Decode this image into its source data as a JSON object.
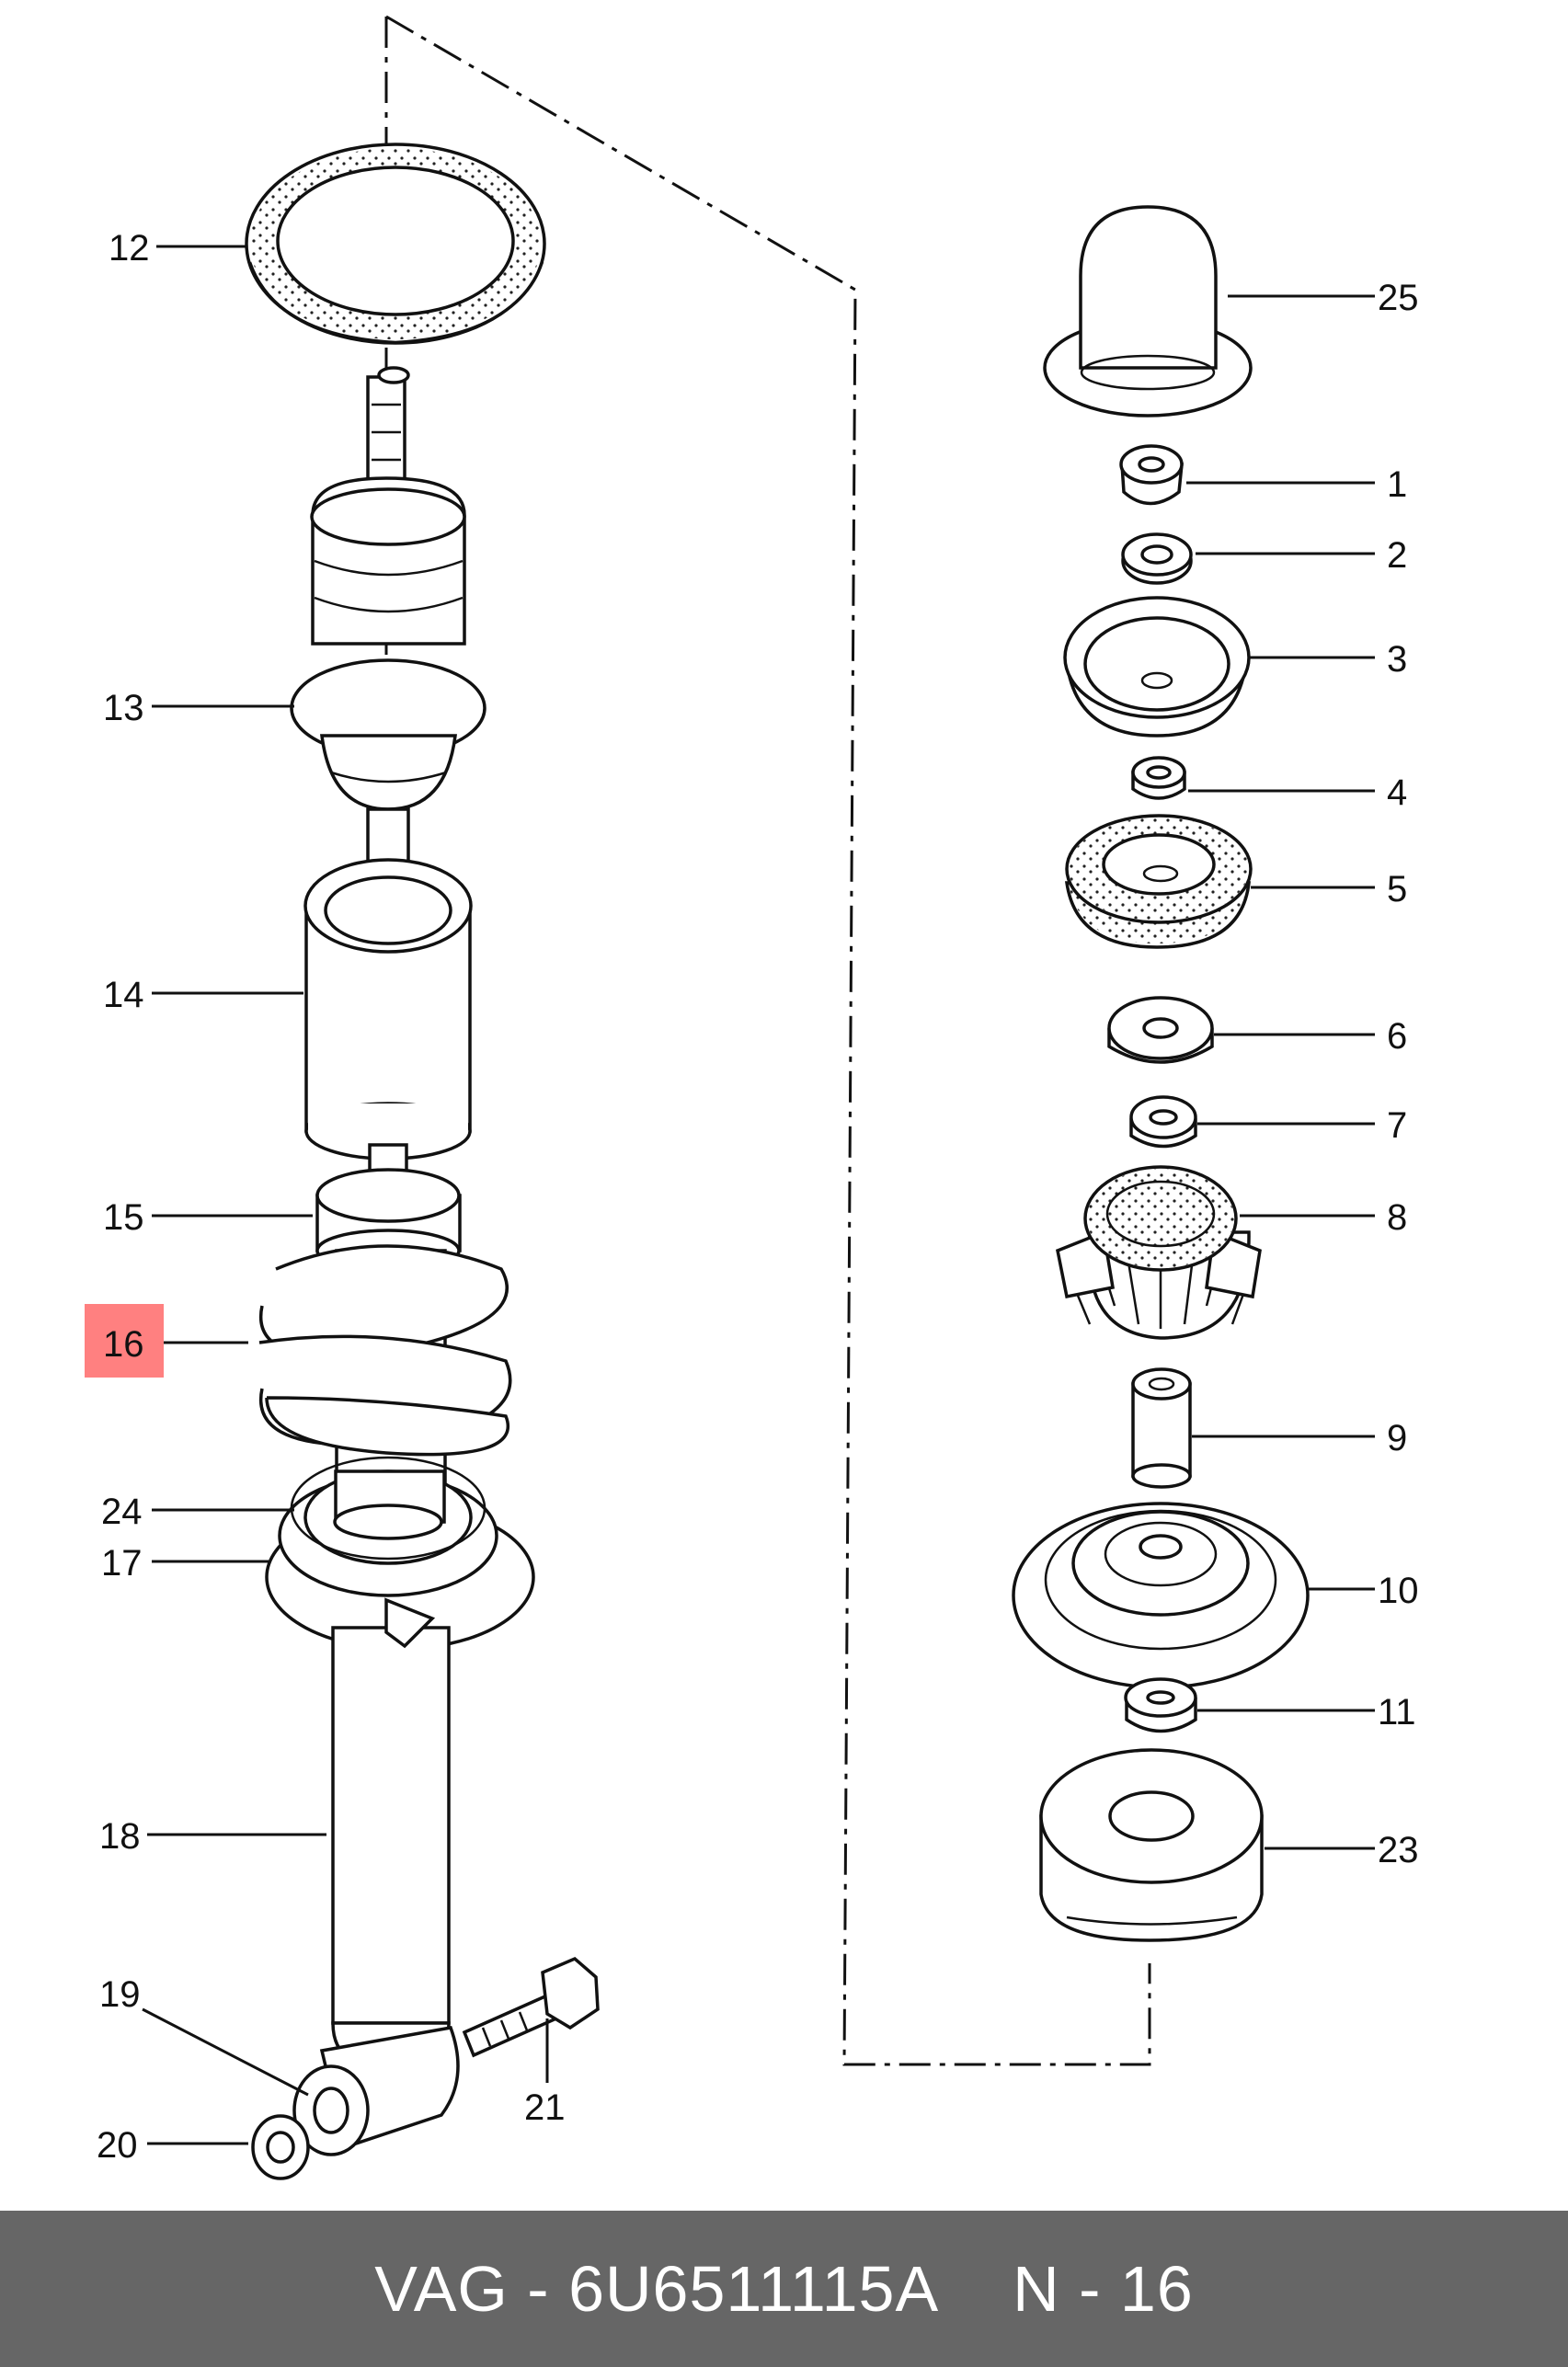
{
  "footer": {
    "brand": "VAG",
    "part_number": "6U6511115A",
    "position": "N - 16"
  },
  "highlight": {
    "label": "16",
    "color": "#ff8080"
  },
  "colors": {
    "footer_bg": "#666666",
    "ink": "#111111"
  },
  "callouts": [
    {
      "label": "12"
    },
    {
      "label": "13"
    },
    {
      "label": "14"
    },
    {
      "label": "15"
    },
    {
      "label": "16"
    },
    {
      "label": "24"
    },
    {
      "label": "17"
    },
    {
      "label": "18"
    },
    {
      "label": "19"
    },
    {
      "label": "20"
    },
    {
      "label": "21"
    },
    {
      "label": "25"
    },
    {
      "label": "1"
    },
    {
      "label": "2"
    },
    {
      "label": "3"
    },
    {
      "label": "4"
    },
    {
      "label": "5"
    },
    {
      "label": "6"
    },
    {
      "label": "7"
    },
    {
      "label": "8"
    },
    {
      "label": "9"
    },
    {
      "label": "10"
    },
    {
      "label": "11"
    },
    {
      "label": "23"
    }
  ]
}
